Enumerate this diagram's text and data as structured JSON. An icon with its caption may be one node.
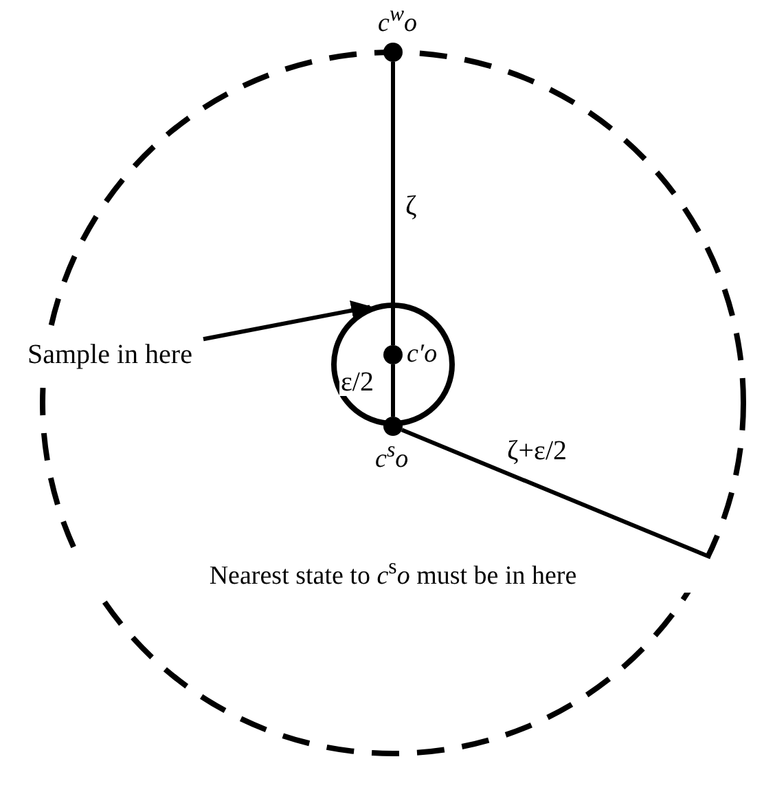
{
  "diagram": {
    "nodes": [
      {
        "text": [
          "Nearest state to *c*$^{s}$*o* must be in here"
        ]
      },
      {
        "text": [],
        "shape": "circle",
        "in": 0
      },
      {
        "text": [],
        "shape": "circle",
        "beside": [
          "c$^{w}$o"
        ]
      },
      {
        "text": [],
        "shape": "circle",
        "in": 1,
        "beside": [
          "c′o"
        ]
      },
      {
        "text": [],
        "shape": "circle",
        "in": 0,
        "beside": [
          "c$^{s}$o"
        ]
      },
      {
        "text": [
          "Sample in here"
        ],
        "in": 0
      }
    ],
    "edges": [
      {
        "from": 2,
        "to": 3,
        "arrow": "none",
        "label": "ζ"
      },
      {
        "from": 3,
        "to": 4,
        "arrow": "none",
        "label": "ε/2"
      },
      {
        "from": 4,
        "to": 0,
        "arrow": "none",
        "label": "ζ+ε/2"
      },
      {
        "from": 5,
        "to": 1,
        "arrow": "to"
      }
    ]
  }
}
